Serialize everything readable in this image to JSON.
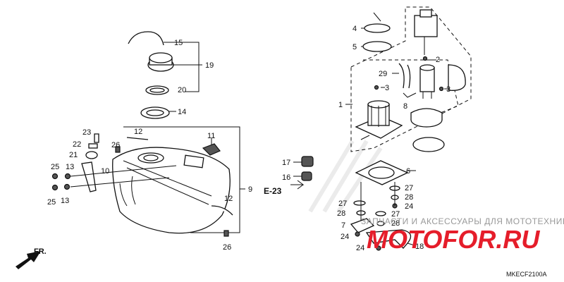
{
  "diagram": {
    "code": "MKECF2100A",
    "reference": "E-23",
    "direction_label": "FR.",
    "watermark": {
      "text": "ЗАПЧАСТИ И АКСЕССУАРЫ ДЛЯ МОТОТЕХНИКИ",
      "logo": "MOTOFOR.RU"
    },
    "callouts": {
      "c1": "1",
      "c2": "2",
      "c3a": "3",
      "c3b": "3",
      "c4": "4",
      "c5": "5",
      "c6": "6",
      "c7": "7",
      "c8": "8",
      "c9": "9",
      "c10": "10",
      "c11": "11",
      "c12a": "12",
      "c12b": "12",
      "c13a": "13",
      "c13b": "13",
      "c14": "14",
      "c15": "15",
      "c16": "16",
      "c17": "17",
      "c18": "18",
      "c19": "19",
      "c20": "20",
      "c21": "21",
      "c22": "22",
      "c23": "23",
      "c24a": "24",
      "c24b": "24",
      "c24c": "24",
      "c25a": "25",
      "c25b": "25",
      "c26a": "26",
      "c26b": "26",
      "c27a": "27",
      "c27b": "27",
      "c27c": "27",
      "c28a": "28",
      "c28b": "28",
      "c28c": "28",
      "c29": "29"
    }
  }
}
